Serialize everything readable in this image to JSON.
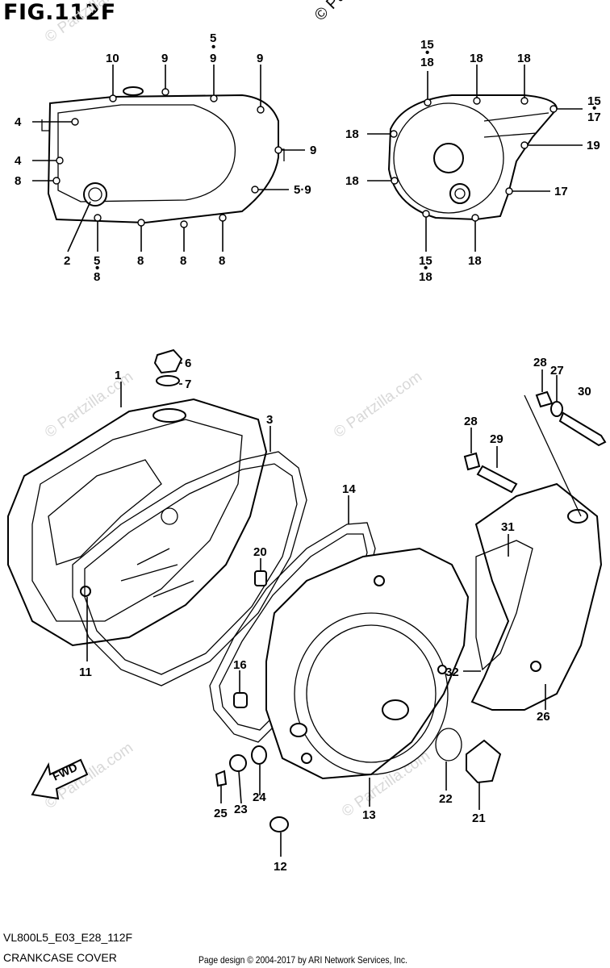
{
  "figure": {
    "title": "FIG.112F",
    "code": "VL800L5_E03_E28_112F",
    "name": "CRANKCASE COVER",
    "credit": "Page design © 2004-2017 by ARI Network Services, Inc.",
    "watermark": "© Partzilla",
    "watermark_repeat": "© Partzilla.com"
  },
  "left_cover_callouts": {
    "top": [
      "10",
      "9",
      "5",
      "9",
      "9"
    ],
    "left": [
      "4",
      "4",
      "8"
    ],
    "right": [
      "9",
      "5·9"
    ],
    "bottom": [
      "2",
      "5",
      "8",
      "8",
      "8",
      "8"
    ]
  },
  "right_cover_callouts": {
    "top": [
      "15",
      "18",
      "18",
      "18"
    ],
    "left": [
      "18",
      "18"
    ],
    "right": [
      "15",
      "17",
      "19",
      "17"
    ],
    "bottom": [
      "15",
      "18",
      "18"
    ]
  },
  "exploded_callouts": [
    "1",
    "6",
    "7",
    "3",
    "14",
    "20",
    "11",
    "16",
    "25",
    "23",
    "24",
    "12",
    "13",
    "22",
    "21",
    "28",
    "27",
    "30",
    "28",
    "29",
    "31",
    "32",
    "26"
  ],
  "fwd_label": "FWD"
}
